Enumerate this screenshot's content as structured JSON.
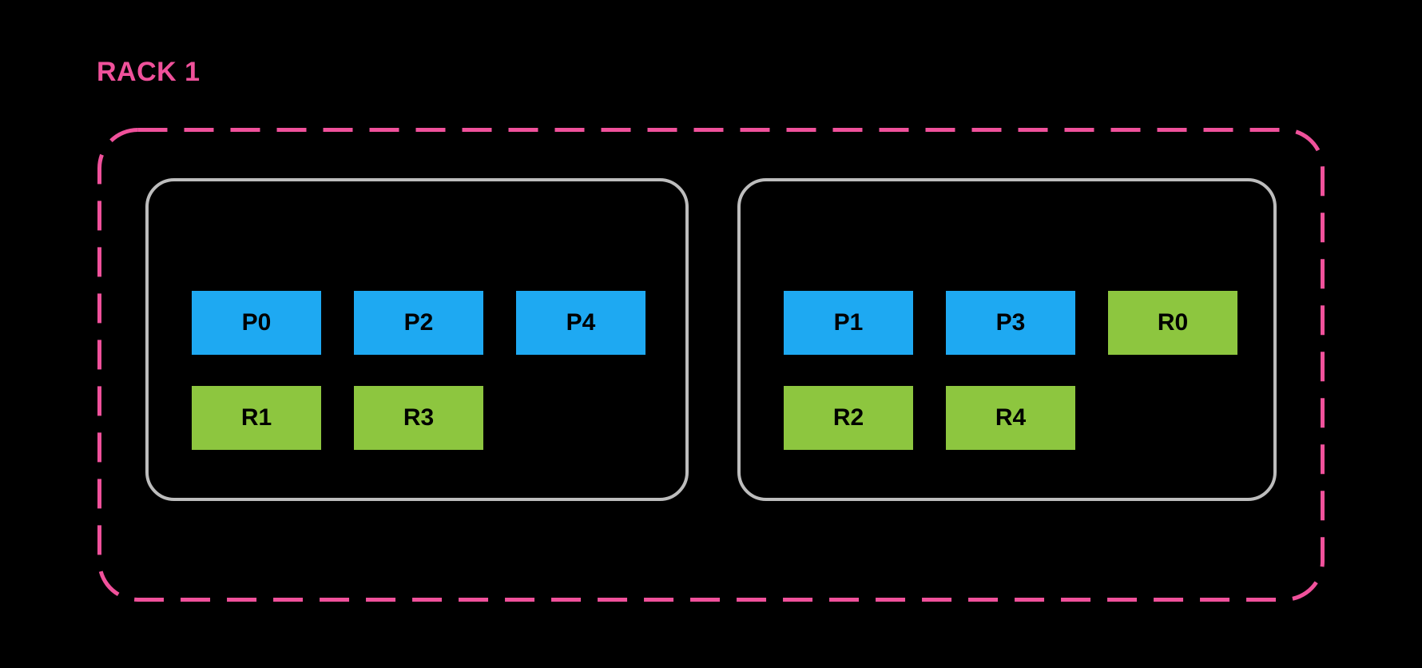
{
  "rack": {
    "label": "RACK 1",
    "nodes": [
      {
        "rows": [
          [
            {
              "id": "P0",
              "type": "primary"
            },
            {
              "id": "P2",
              "type": "primary"
            },
            {
              "id": "P4",
              "type": "primary"
            }
          ],
          [
            {
              "id": "R1",
              "type": "replica"
            },
            {
              "id": "R3",
              "type": "replica"
            }
          ]
        ]
      },
      {
        "rows": [
          [
            {
              "id": "P1",
              "type": "primary"
            },
            {
              "id": "P3",
              "type": "primary"
            },
            {
              "id": "R0",
              "type": "replica"
            }
          ],
          [
            {
              "id": "R2",
              "type": "replica"
            },
            {
              "id": "R4",
              "type": "replica"
            }
          ]
        ]
      }
    ]
  },
  "colors": {
    "background": "#000000",
    "primary": "#1EA9F2",
    "replica": "#8DC63F",
    "rack_border": "#F0519B",
    "node_border": "#BDBDBD",
    "label_text": "#000000"
  }
}
